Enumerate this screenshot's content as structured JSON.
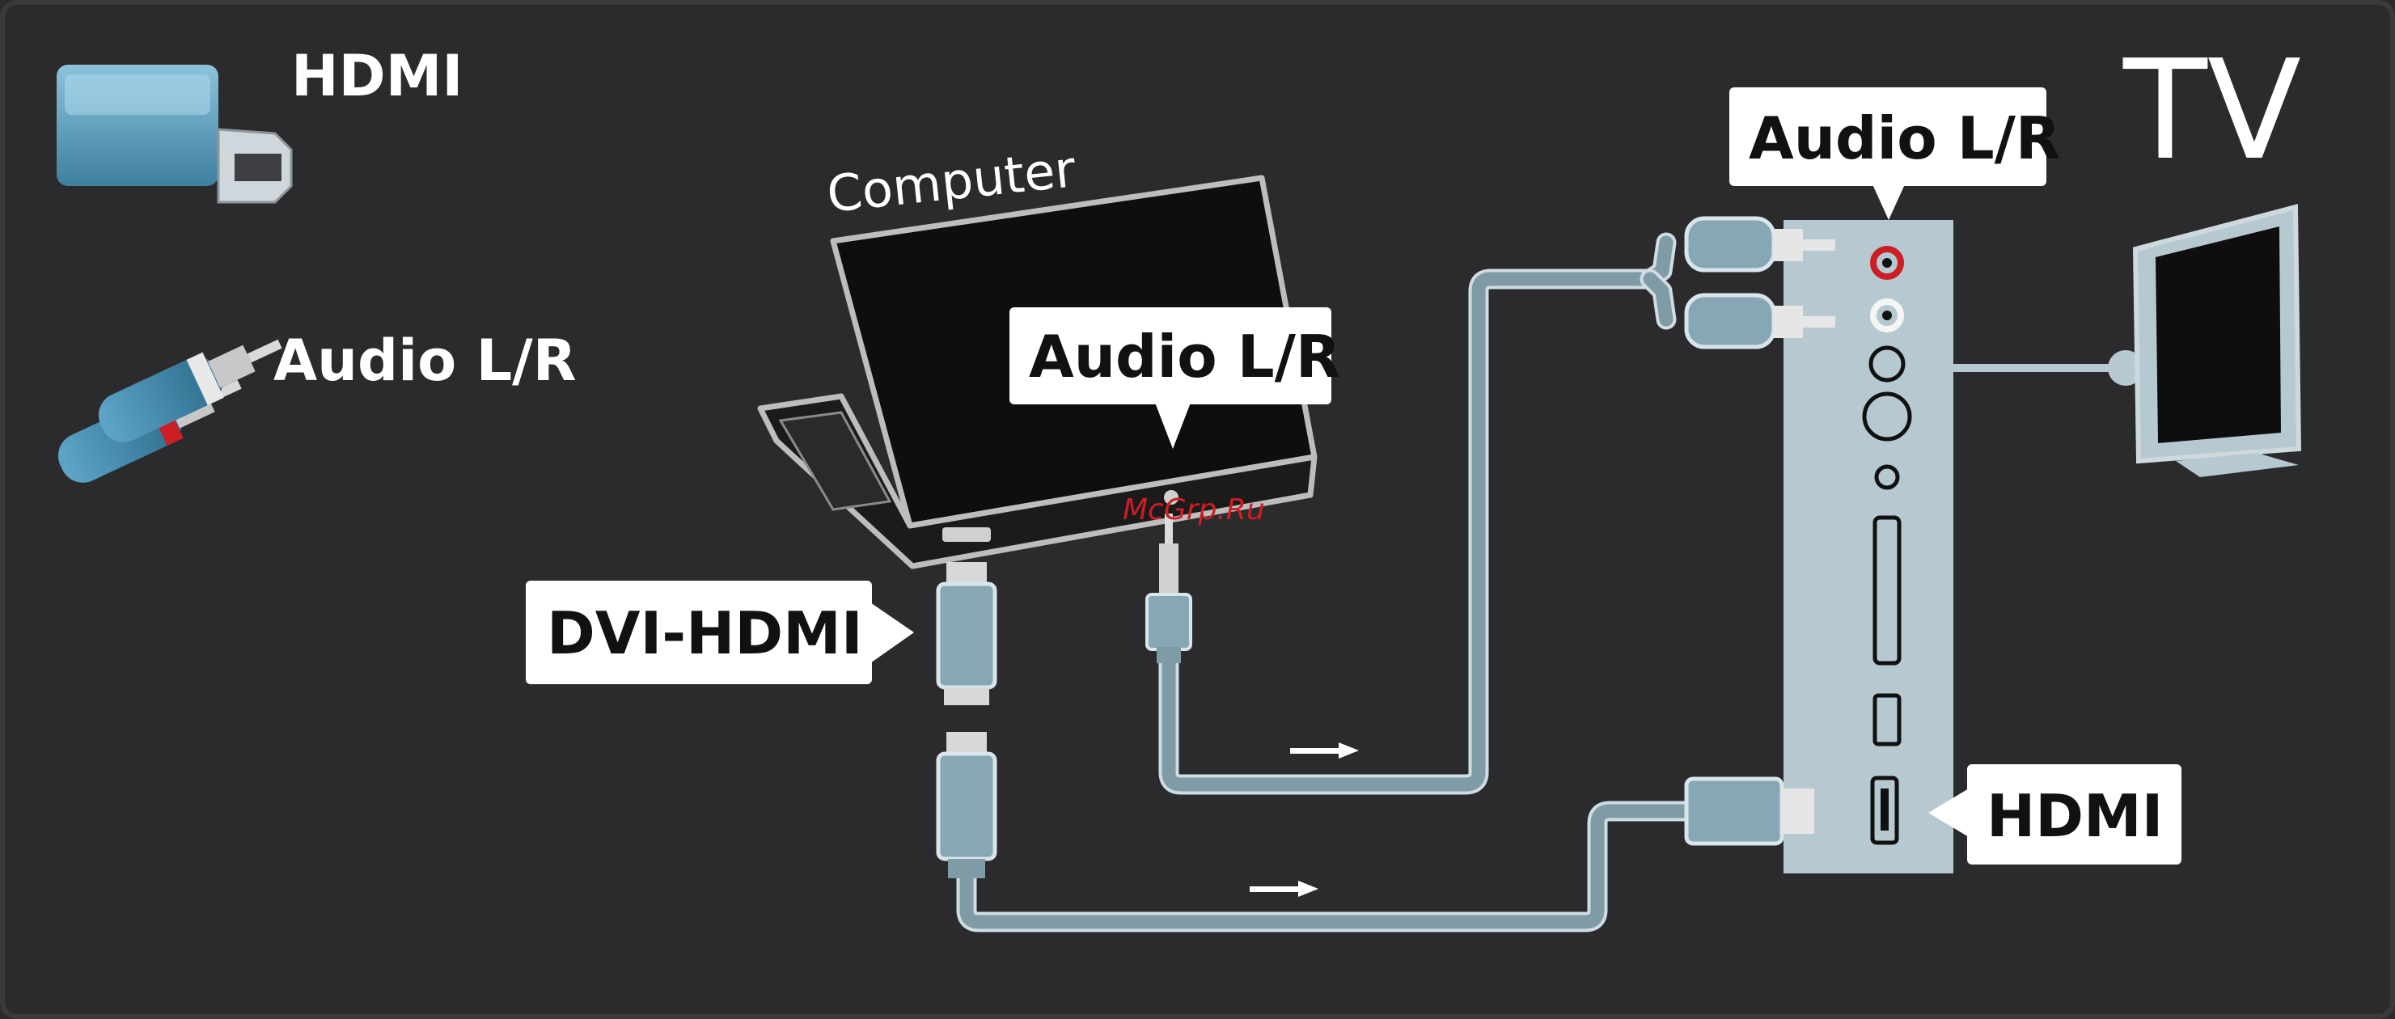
{
  "legend": {
    "hdmi_label": "HDMI",
    "audio_label": "Audio L/R",
    "hdmi_icon": "hdmi-connector-icon",
    "rca_icon": "rca-plugs-icon"
  },
  "computer": {
    "label": "Computer",
    "audio_out_label": "Audio L/R"
  },
  "tv": {
    "title": "TV",
    "audio_in_label": "Audio L/R",
    "hdmi_in_label": "HDMI"
  },
  "cables": {
    "video_label": "DVI-HDMI"
  },
  "watermark": "McGrp.Ru",
  "colors": {
    "background": "#2b2b2d",
    "panel": "#b7c9d0",
    "cable": "#7f9ba6",
    "label_bg": "#ffffff",
    "label_text": "#111111",
    "audio_red": "#cc1e24"
  }
}
